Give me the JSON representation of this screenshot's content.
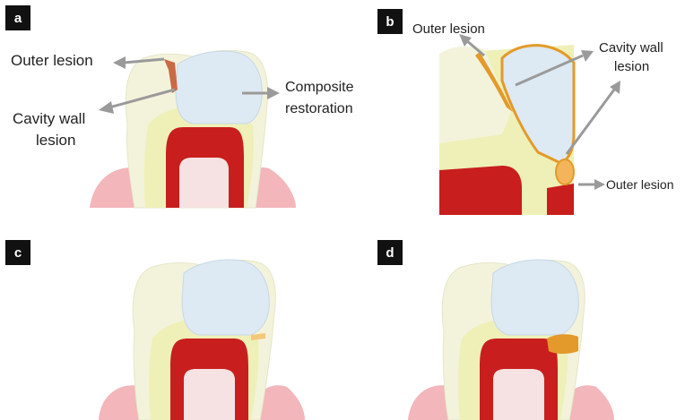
{
  "panels": {
    "a": {
      "badge": "a",
      "labels": {
        "outer_lesion": "Outer lesion",
        "cavity_wall_line1": "Cavity wall",
        "cavity_wall_line2": "lesion",
        "composite_line1": "Composite",
        "composite_line2": "restoration"
      }
    },
    "b": {
      "badge": "b",
      "labels": {
        "outer_lesion_top": "Outer lesion",
        "cavity_wall_line1": "Cavity wall",
        "cavity_wall_line2": "lesion",
        "outer_lesion_right": "Outer lesion"
      }
    },
    "c": {
      "badge": "c"
    },
    "d": {
      "badge": "d"
    }
  },
  "colors": {
    "enamel": "#f3f3dc",
    "dentin": "#eef0b8",
    "restoration": "#dde9f3",
    "pulp": "#c81e1e",
    "gum": "#f2b6bb",
    "lesion_orange": "#e39a2a",
    "lesion_brown": "#c96a44",
    "arrow_gray": "#9a9a9a"
  }
}
